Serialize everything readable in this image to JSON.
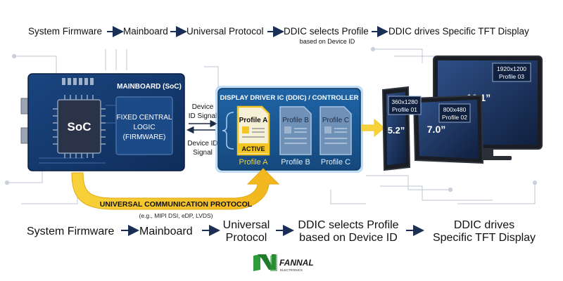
{
  "top_flow": {
    "steps": [
      "System Firmware",
      "Mainboard",
      "Universal Protocol",
      "DDIC selects Profile",
      "DDIC drives Specific TFT Display"
    ],
    "note": "based on Device ID"
  },
  "mainboard": {
    "title": "MAINBOARD (SoC)",
    "soc_label": "SoC",
    "logic_lines": [
      "FIXED CENTRAL",
      "LOGIC",
      "(FIRMWARE)"
    ]
  },
  "signals": {
    "upper": [
      "Device",
      "ID Signal"
    ],
    "lower": [
      "Device ID",
      "Signal"
    ]
  },
  "ddic": {
    "title": "DISPLAY DRIVER IC (DDIC) / CONTROLLER",
    "profiles": [
      {
        "card_label": "Profile A",
        "caption": "Profile A",
        "active": true
      },
      {
        "card_label": "Profile B",
        "caption": "Profile B",
        "active": false
      },
      {
        "card_label": "Profile C",
        "caption": "Profile C",
        "active": false
      }
    ],
    "active_badge": "ACTIVE"
  },
  "protocol": {
    "label": "UNIVERSAL COMMUNICATION PROTOCOL",
    "examples": "(e.g., MIPI DSI, eDP, LVDS)"
  },
  "displays": [
    {
      "resolution": "360x1280",
      "profile": "Profile 01",
      "size": "5.2”"
    },
    {
      "resolution": "800x480",
      "profile": "Profile 02",
      "size": "7.0”"
    },
    {
      "resolution": "1920x1200",
      "profile": "Profile 03",
      "size": "10.1”"
    }
  ],
  "bottom_flow": {
    "steps": [
      [
        "System Firmware"
      ],
      [
        "Mainboard"
      ],
      [
        "Universal",
        "Protocol"
      ],
      [
        "DDIC selects Profile",
        "based on Device ID"
      ],
      [
        "DDIC drives",
        "Specific TFT Display"
      ]
    ]
  },
  "logo": {
    "name": "FANNAL",
    "sub": "ELECTRONICS"
  },
  "colors": {
    "board": "#13376b",
    "ddic": "#1a5b99",
    "accent_yellow": "#f3c623",
    "line_gray": "#c5ccd5",
    "logo_green": "#2f9a3a"
  }
}
